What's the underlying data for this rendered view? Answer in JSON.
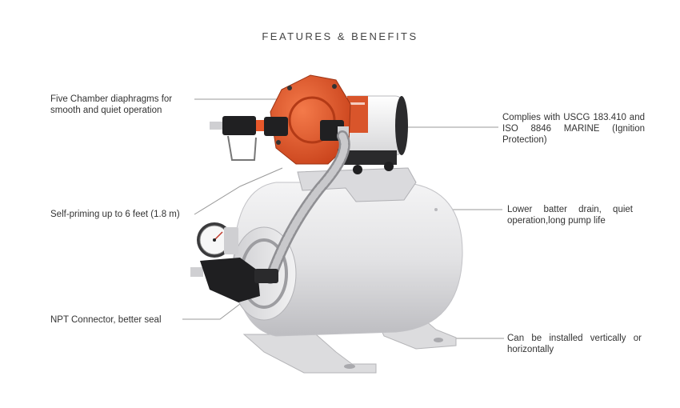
{
  "header": {
    "title": "FEATURES & BENEFITS"
  },
  "callouts": {
    "diaphragm": "Five Chamber diaphragms for smooth and quiet operation",
    "priming": "Self-priming up to 6 feet (1.8 m)",
    "npt": "NPT Connector, better seal",
    "uscg": "Complies with USCG 183.410 and ISO 8846 MARINE (Ignition Protection)",
    "drain": "Lower batter drain, quiet operation,long pump life",
    "install": "Can be installed vertically or horizontally"
  },
  "colors": {
    "pump_head": "#e8582a",
    "tank": "#e4e4e6",
    "leader_line": "#999999",
    "motor_label": "#d9552b"
  },
  "icons": {
    "product": "water-pressure-pump-with-tank",
    "gauge": "pressure-gauge-icon"
  }
}
